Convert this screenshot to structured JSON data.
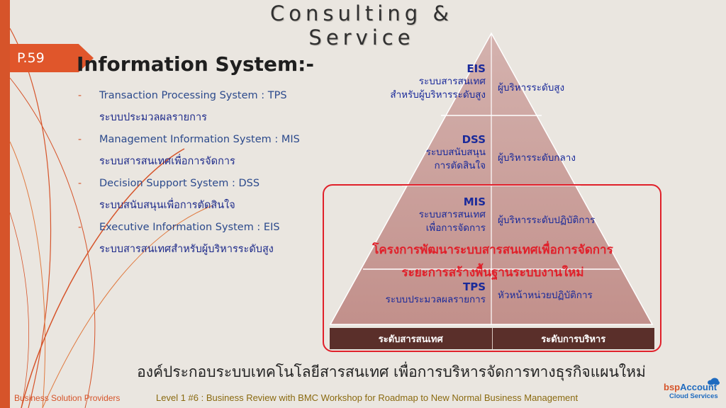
{
  "header": {
    "title": "Consulting & Service",
    "page_tag": "P.59"
  },
  "section_title": "Information System:-",
  "systems": [
    {
      "en": "Transaction Processing System : TPS",
      "th": "ระบบประมวลผลรายการ"
    },
    {
      "en": "Management Information System : MIS",
      "th": "ระบบสารสนเทศเพื่อการจัดการ"
    },
    {
      "en": "Decision Support System : DSS",
      "th": "ระบบสนับสนุนเพื่อการตัดสินใจ"
    },
    {
      "en": "Executive Information System : EIS",
      "th": "ระบบสารสนเทศสำหรับผู้บริหารระดับสูง"
    }
  ],
  "pyramid": {
    "levels": [
      {
        "code": "EIS",
        "left_line1": "ระบบสารสนเทศ",
        "left_line2": "สำหรับผู้บริหารระดับสูง",
        "right": "ผู้บริหารระดับสูง"
      },
      {
        "code": "DSS",
        "left_line1": "ระบบสนับสนุน",
        "left_line2": "การตัดสินใจ",
        "right": "ผู้บริหารระดับกลาง"
      },
      {
        "code": "MIS",
        "left_line1": "ระบบสารสนเทศ",
        "left_line2": "เพื่อการจัดการ",
        "right": "ผู้บริหารระดับปฏิบัติการ"
      },
      {
        "code": "TPS",
        "left_line1": "ระบบประมวลผลรายการ",
        "left_line2": "",
        "right": "หัวหน้าหน่วยปฏิบัติการ"
      }
    ],
    "highlight_line1": "โครงการพัฒนาระบบสารสนเทศเพื่อการจัดการ",
    "highlight_line2": "ระยะการสร้างพื้นฐานระบบงานใหม่",
    "footer_left": "ระดับสารสนเทศ",
    "footer_right": "ระดับการบริหาร"
  },
  "caption": "องค์ประกอบระบบเทคโนโลยีสารสนเทศ เพื่อการบริหารจัดการทางธุรกิจแผนใหม่",
  "footer": {
    "left": "Business Solution Providers",
    "center": "Level 1 #6 : Business Review with BMC Workshop for Roadmap to New Normal Business Management",
    "logo_bsp": "bsp",
    "logo_account": "Account",
    "logo_sub": "Cloud Services"
  },
  "colors": {
    "accent": "#d6542a",
    "highlight": "#e0202a",
    "text_blue": "#1a2a9a",
    "pyramid_fill": "#c89a96",
    "footer_bar": "#5a2f2a"
  }
}
